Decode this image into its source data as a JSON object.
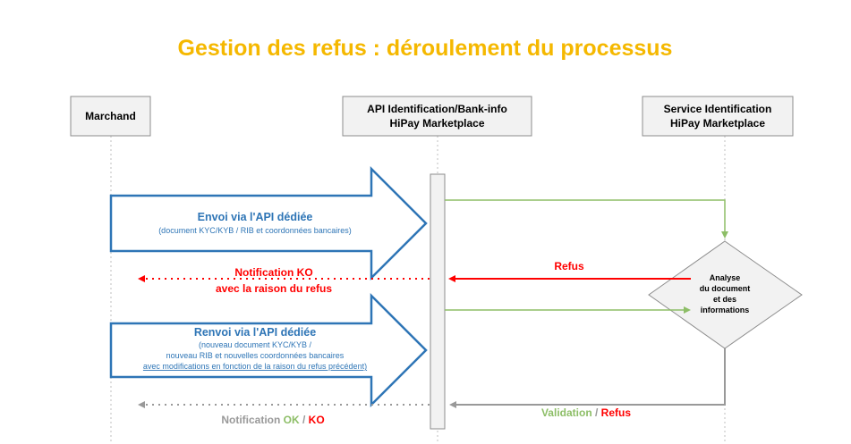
{
  "title": "Gestion des refus : déroulement du processus",
  "actors": {
    "merchant": {
      "label": "Marchand"
    },
    "api": {
      "line1": "API Identification/Bank-info",
      "line2": "HiPay Marketplace"
    },
    "service": {
      "line1": "Service Identification",
      "line2": "HiPay Marketplace"
    }
  },
  "flows": {
    "send": {
      "title": "Envoi via l'API dédiée",
      "detail": "(document KYC/KYB / RIB et coordonnées bancaires)"
    },
    "notification_ko": {
      "line1": "Notification KO",
      "line2": "avec la raison du refus"
    },
    "refus_label": "Refus",
    "resend": {
      "title": "Renvoi via l'API dédiée",
      "detail1": "(nouveau document KYC/KYB /",
      "detail2": "nouveau RIB et nouvelles coordonnées bancaires",
      "detail3": "avec modifications en fonction de la raison du refus précédent)"
    },
    "validation": {
      "part1": "Validation",
      "sep": " / ",
      "part2": "Refus"
    },
    "notification_final": {
      "prefix": "Notification ",
      "ok": "OK",
      "sep": " / ",
      "ko": "KO"
    }
  },
  "decision": {
    "lines": [
      "Analyse",
      "du document",
      "et des",
      "informations"
    ]
  },
  "colors": {
    "title": "#F5B800",
    "blue": "#2E75B6",
    "red": "#FF0000",
    "green": "#8DBE67",
    "grey": "#999999",
    "box_fill": "#F2F2F2",
    "box_stroke": "#8C8C8C"
  }
}
